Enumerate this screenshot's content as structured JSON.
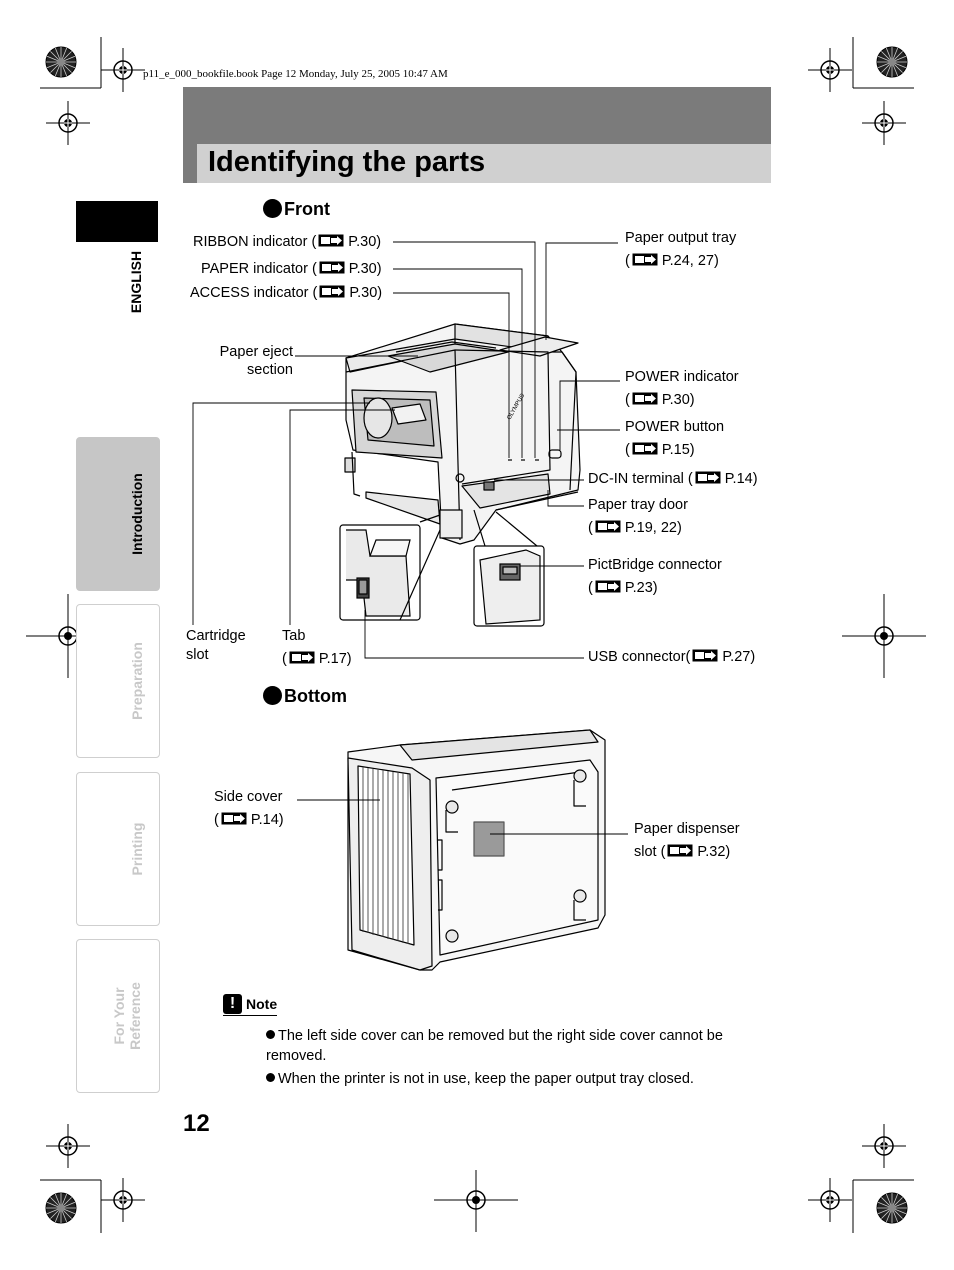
{
  "file_header": "p11_e_000_bookfile.book  Page 12  Monday, July 25, 2005  10:47 AM",
  "page_title": "Identifying the parts",
  "language_tab": "ENGLISH",
  "side_tabs": [
    {
      "label": "Introduction"
    },
    {
      "label": "Preparation"
    },
    {
      "label": "Printing"
    },
    {
      "label": "For Your\nReference"
    }
  ],
  "front": {
    "heading": "Front",
    "labels": {
      "ribbon": {
        "text": "RIBBON indicator (",
        "page": "P.30)"
      },
      "paper_ind": {
        "text": "PAPER indicator (",
        "page": "P.30)"
      },
      "access": {
        "text": "ACCESS indicator (",
        "page": "P.30)"
      },
      "output_tray_1": "Paper output tray",
      "output_tray_page": "P.24, 27)",
      "eject_1": "Paper eject",
      "eject_2": "section",
      "power_ind": "POWER indicator",
      "power_ind_page": "P.30)",
      "power_btn": "POWER button",
      "power_btn_page": "P.15)",
      "dcin": "DC-IN terminal (",
      "dcin_page": "P.14)",
      "tray_door": "Paper tray door",
      "tray_door_page": "P.19, 22)",
      "pictbridge": "PictBridge connector",
      "pictbridge_page": "P.23)",
      "cartridge_1": "Cartridge",
      "cartridge_2": "slot",
      "tab": "Tab",
      "tab_page": "P.17)",
      "usb": "USB connector(",
      "usb_page": "P.27)",
      "open_paren": "("
    }
  },
  "bottom": {
    "heading": "Bottom",
    "side_cover": "Side cover",
    "side_cover_page": "P.14)",
    "dispenser_1": "Paper dispenser",
    "dispenser_2": "slot (",
    "dispenser_page": "P.32)"
  },
  "note": {
    "title": "Note",
    "items": [
      "The left side cover can be removed but the right side cover cannot be removed.",
      "When the printer is not in use, keep the paper output tray closed."
    ]
  },
  "page_number": "12"
}
